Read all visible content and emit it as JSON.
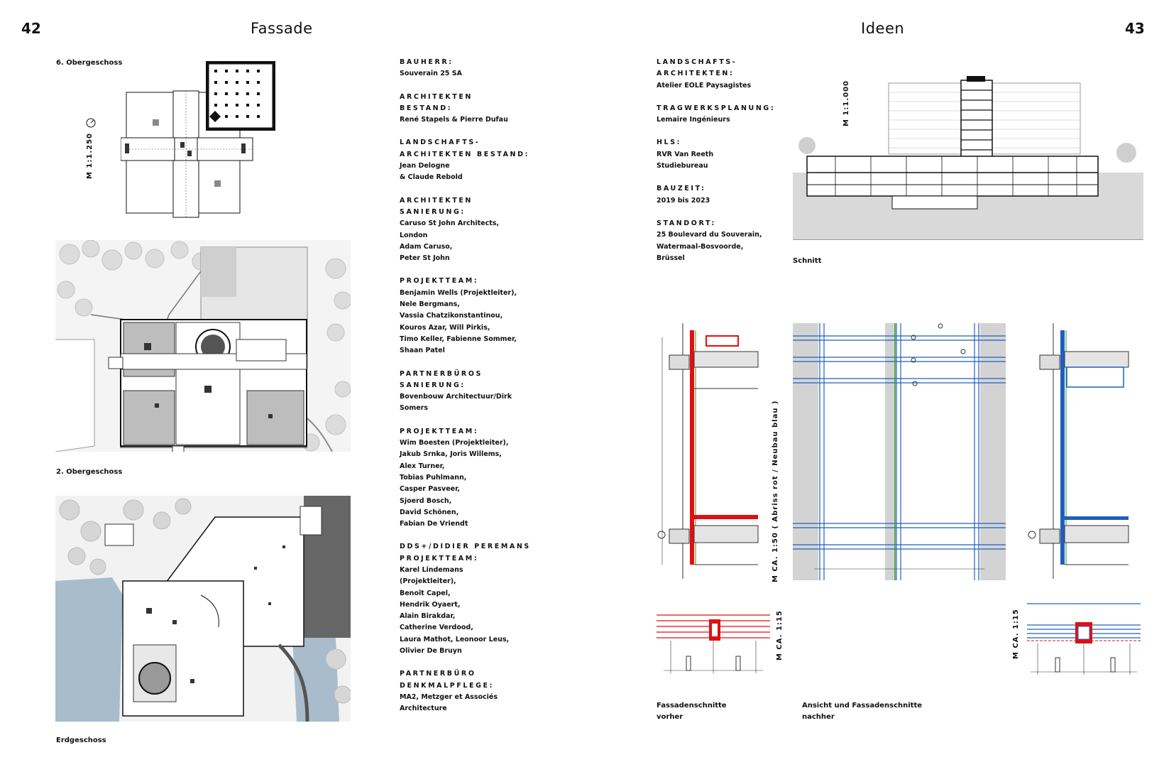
{
  "header": {
    "left_page_number": "42",
    "left_title": "Fassade",
    "right_title": "Ideen",
    "right_page_number": "43"
  },
  "captions": {
    "floor6": "6. Obergeschoss",
    "floor2": "2. Obergeschoss",
    "ground": "Erdgeschoss",
    "section": "Schnitt",
    "facade_before_1": "Fassadenschnitte",
    "facade_before_2": "vorher",
    "facade_after_1": "Ansicht und Fassadenschnitte",
    "facade_after_2": "nachher"
  },
  "scales": {
    "plan": "M 1:1.250",
    "section": "M 1:1.000",
    "elevation": "M CA. 1:50 ( Abriss rot / Neubau blau )",
    "detail_before": "M CA. 1:15",
    "detail_after": "M CA. 1:15"
  },
  "credits_col1": [
    {
      "head": [
        "Bauherr:"
      ],
      "body": [
        "Souverain 25 SA"
      ]
    },
    {
      "head": [
        "Architekten",
        "Bestand:"
      ],
      "body": [
        "René Stapels & Pierre Dufau"
      ]
    },
    {
      "head": [
        "Landschafts-",
        "architekten Bestand:"
      ],
      "body": [
        "Jean Delogne",
        "& Claude Rebold"
      ]
    },
    {
      "head": [
        "Architekten",
        "Sanierung:"
      ],
      "body": [
        "Caruso St John Architects,",
        "London",
        "Adam Caruso,",
        "Peter St John"
      ]
    },
    {
      "head": [
        "Projektteam:"
      ],
      "body": [
        "Benjamin Wells (Projektleiter),",
        "Nele Bergmans,",
        "Vassia Chatzikonstantinou,",
        "Kouros Azar, Will Pirkis,",
        "Timo Keller, Fabienne Sommer,",
        "Shaan Patel"
      ]
    },
    {
      "head": [
        "Partnerbüros",
        "Sanierung:"
      ],
      "body": [
        "Bovenbouw Architectuur/Dirk",
        "Somers"
      ]
    },
    {
      "head": [
        "Projektteam:"
      ],
      "body": [
        "Wim Boesten (Projektleiter),",
        "Jakub Srnka, Joris Willems,",
        "Alex Turner,",
        "Tobias Puhlmann,",
        "Casper Pasveer,",
        "Sjoerd Bosch,",
        "David Schönen,",
        "Fabian De Vriendt"
      ]
    },
    {
      "head": [
        "DDS+/Didier Peremans",
        "Projektteam:"
      ],
      "body": [
        "Karel Lindemans",
        "(Projektleiter),",
        "Benoît Capel,",
        "Hendrik Oyaert,",
        "Alain Birakdar,",
        "Catherine Verdood,",
        "Laura Mathot, Leonoor Leus,",
        "Olivier De Bruyn"
      ]
    },
    {
      "head": [
        "Partnerbüro",
        "Denkmalpflege:"
      ],
      "body": [
        "MA2, Metzger et Associés",
        "Architecture"
      ]
    }
  ],
  "credits_col2": [
    {
      "head": [
        "Landschafts-",
        "architekten:"
      ],
      "body": [
        "Atelier EOLE Paysagistes"
      ]
    },
    {
      "head": [
        "Tragwerksplanung:"
      ],
      "body": [
        "Lemaire Ingénieurs"
      ]
    },
    {
      "head": [
        "HLS:"
      ],
      "body": [
        "RVR Van Reeth",
        "Studiebureau"
      ]
    },
    {
      "head": [
        "Bauzeit:"
      ],
      "body": [
        "2019 bis 2023"
      ]
    },
    {
      "head": [
        "Standort:"
      ],
      "body": [
        "25 Boulevard du Souverain,",
        "Watermaal-Bosvoorde,",
        "Brüssel"
      ]
    }
  ],
  "colors": {
    "demolition": "#e01010",
    "new_build": "#1f5fc0",
    "green_line": "#2a9a2a",
    "water": "#a9bccb",
    "hatch": "#9a9a9a"
  }
}
